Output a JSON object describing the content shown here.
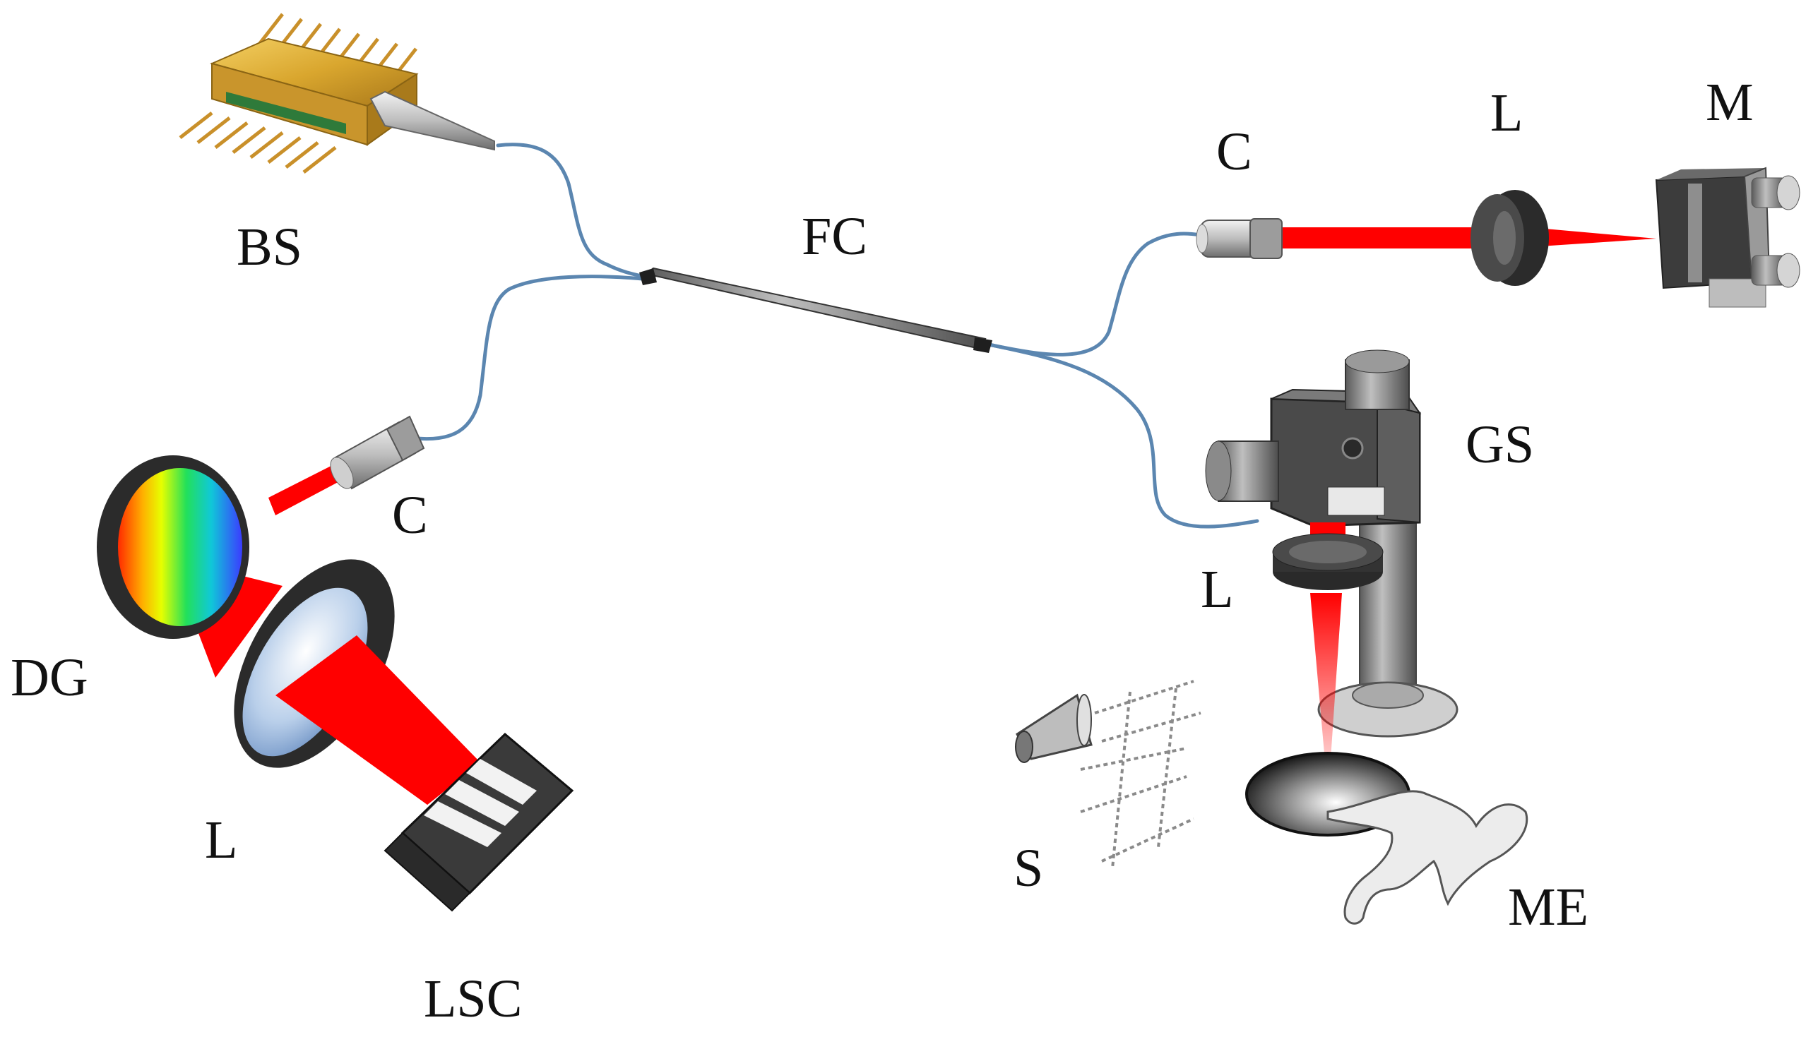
{
  "labels": {
    "bs": "BS",
    "fc": "FC",
    "c_top": "C",
    "l_top": "L",
    "m": "M",
    "gs": "GS",
    "l_right": "L",
    "c_left": "C",
    "dg": "DG",
    "l_left": "L",
    "lsc": "LSC",
    "s": "S",
    "me": "ME"
  },
  "colors": {
    "fiber": "#5b86b0",
    "beam": "#ff0000",
    "metal_dark": "#3a3a3a",
    "metal_mid": "#8a8a8a",
    "gold": "#d9a62e"
  }
}
